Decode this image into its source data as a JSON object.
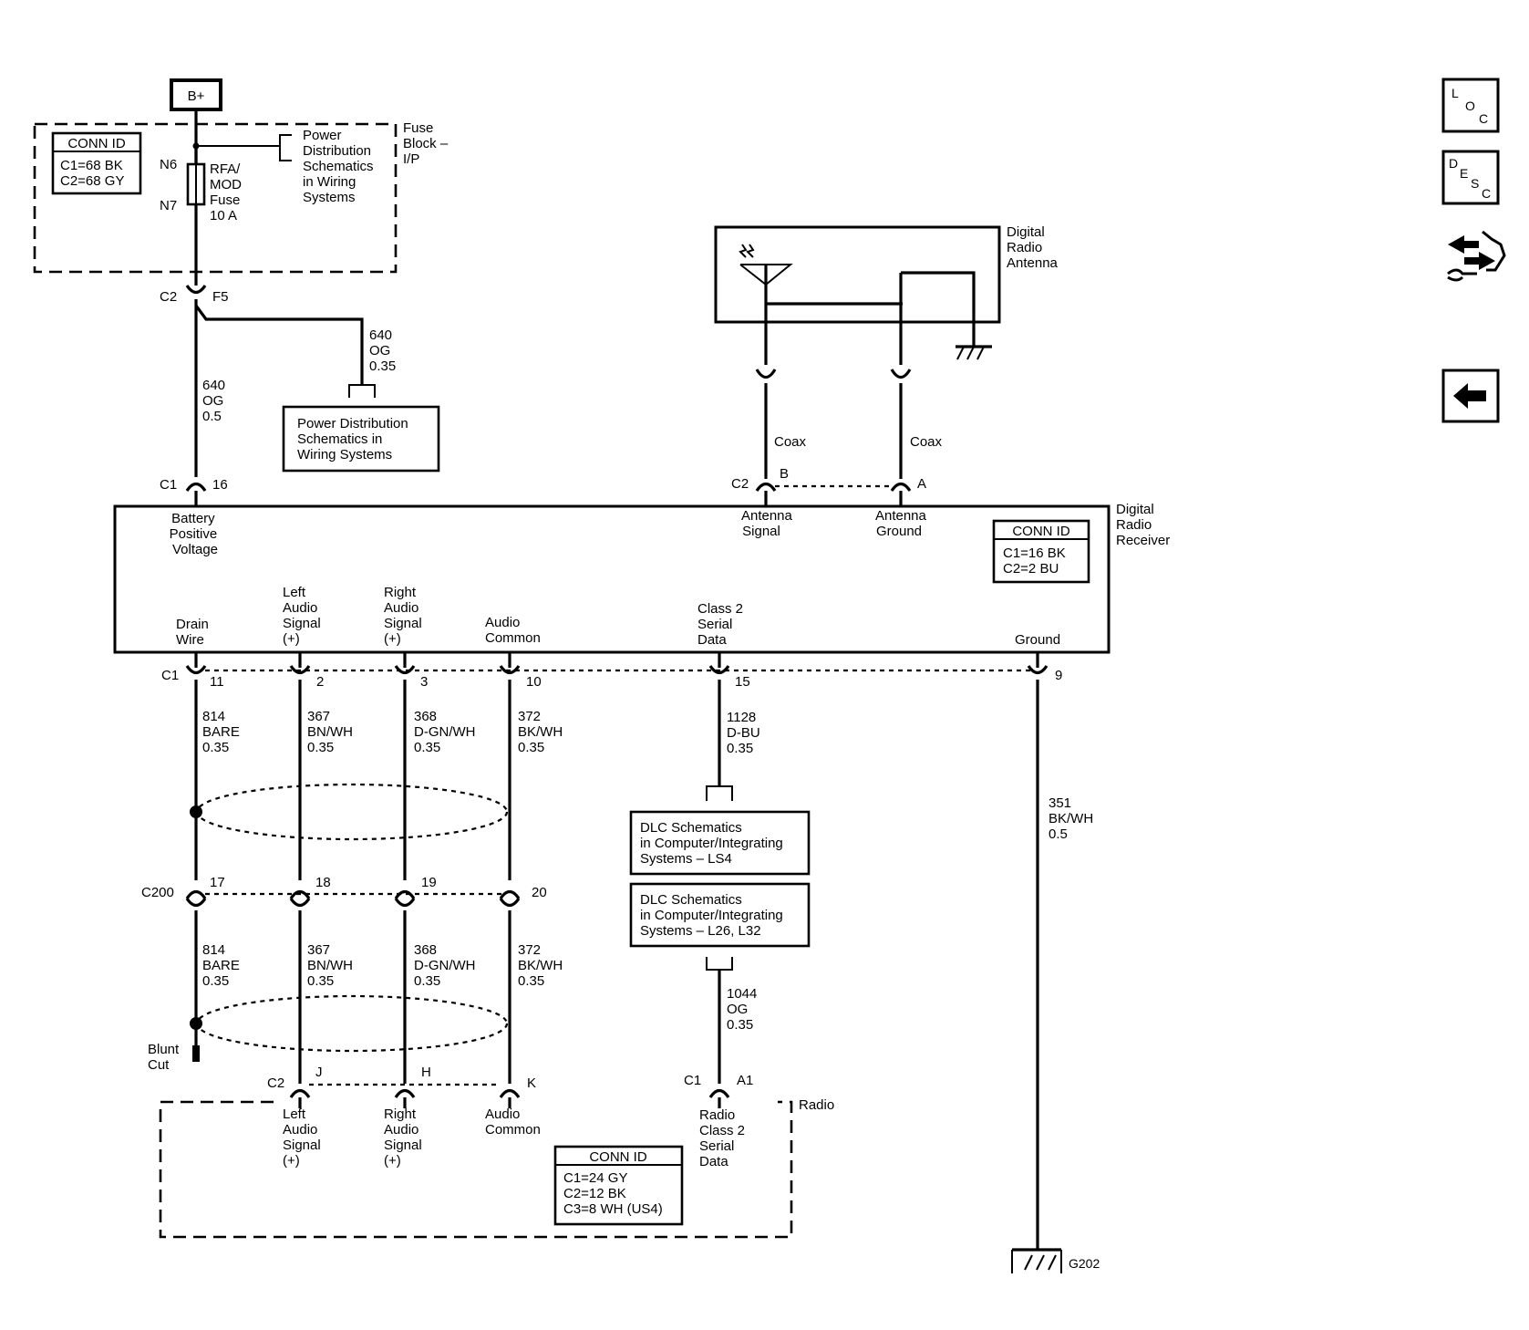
{
  "power": {
    "label": "B+"
  },
  "fuse_block": {
    "conn_id": {
      "title": "CONN ID",
      "line1": "C1=68 BK",
      "line2": "C2=68 GY"
    },
    "pins": {
      "top": "N6",
      "bottom": "N7"
    },
    "fuse_lines": [
      "RFA/",
      "MOD",
      "Fuse",
      "10 A"
    ],
    "ref_lines": [
      "Power",
      "Distribution",
      "Schematics",
      "in Wiring",
      "Systems"
    ],
    "name_lines": [
      "Fuse",
      "Block –",
      "I/P"
    ]
  },
  "splice_c2": {
    "connector": "C2",
    "pin": "F5"
  },
  "wire_640_branch": [
    "640",
    "OG",
    "0.35"
  ],
  "wire_640_main": [
    "640",
    "OG",
    "0.5"
  ],
  "pd_box": [
    "Power Distribution",
    "Schematics in",
    "Wiring Systems"
  ],
  "antenna": {
    "name_lines": [
      "Digital",
      "Radio",
      "Antenna"
    ],
    "coax1": "Coax",
    "coax2": "Coax"
  },
  "receiver": {
    "name_lines": [
      "Digital",
      "Radio",
      "Receiver"
    ],
    "conn_id": {
      "title": "CONN ID",
      "line1": "C1=16 BK",
      "line2": "C2=2 BU"
    },
    "top_pins": {
      "c1": "C1",
      "c1_pin": "16",
      "c2": "C2",
      "c2_pin_b": "B",
      "c2_pin_a": "A"
    },
    "top_labels": {
      "battery": [
        "Battery",
        "Positive",
        "Voltage"
      ],
      "ant_signal": [
        "Antenna",
        "Signal"
      ],
      "ant_ground": [
        "Antenna",
        "Ground"
      ]
    },
    "bottom_labels": {
      "drain": [
        "Drain",
        "Wire"
      ],
      "left": [
        "Left",
        "Audio",
        "Signal",
        "(+)"
      ],
      "right": [
        "Right",
        "Audio",
        "Signal",
        "(+)"
      ],
      "common": [
        "Audio",
        "Common"
      ],
      "class2": [
        "Class 2",
        "Serial",
        "Data"
      ],
      "ground": [
        "Ground"
      ]
    },
    "bottom_pins": {
      "c1": "C1",
      "p11": "11",
      "p2": "2",
      "p3": "3",
      "p10": "10",
      "p15": "15",
      "p9": "9"
    }
  },
  "wires_upper": {
    "w814": [
      "814",
      "BARE",
      "0.35"
    ],
    "w367": [
      "367",
      "BN/WH",
      "0.35"
    ],
    "w368": [
      "368",
      "D-GN/WH",
      "0.35"
    ],
    "w372": [
      "372",
      "BK/WH",
      "0.35"
    ],
    "w1128": [
      "1128",
      "D-BU",
      "0.35"
    ],
    "w351": [
      "351",
      "BK/WH",
      "0.5"
    ]
  },
  "dlc_boxes": {
    "ls4": [
      "DLC Schematics",
      "in Computer/Integrating",
      "Systems – LS4"
    ],
    "l26": [
      "DLC Schematics",
      "in Computer/Integrating",
      "Systems – L26, L32"
    ]
  },
  "c200": {
    "connector": "C200",
    "p17": "17",
    "p18": "18",
    "p19": "19",
    "p20": "20"
  },
  "wires_lower": {
    "w814": [
      "814",
      "BARE",
      "0.35"
    ],
    "w367": [
      "367",
      "BN/WH",
      "0.35"
    ],
    "w368": [
      "368",
      "D-GN/WH",
      "0.35"
    ],
    "w372": [
      "372",
      "BK/WH",
      "0.35"
    ],
    "w1044": [
      "1044",
      "OG",
      "0.35"
    ]
  },
  "blunt_cut": [
    "Blunt",
    "Cut"
  ],
  "radio": {
    "name": "Radio",
    "pins": {
      "c2": "C2",
      "j": "J",
      "h": "H",
      "k": "K",
      "c1": "C1",
      "a1": "A1"
    },
    "labels": {
      "left": [
        "Left",
        "Audio",
        "Signal",
        "(+)"
      ],
      "right": [
        "Right",
        "Audio",
        "Signal",
        "(+)"
      ],
      "common": [
        "Audio",
        "Common"
      ],
      "class2": [
        "Radio",
        "Class 2",
        "Serial",
        "Data"
      ]
    },
    "conn_id": {
      "title": "CONN ID",
      "line1": "C1=24 GY",
      "line2": "C2=12 BK",
      "line3": "C3=8 WH (US4)"
    }
  },
  "ground": {
    "label": "G202"
  },
  "nav": {
    "loc": {
      "l": "L",
      "o": "O",
      "c": "C"
    },
    "desc": {
      "d": "D",
      "e": "E",
      "s": "S",
      "c": "C"
    }
  }
}
